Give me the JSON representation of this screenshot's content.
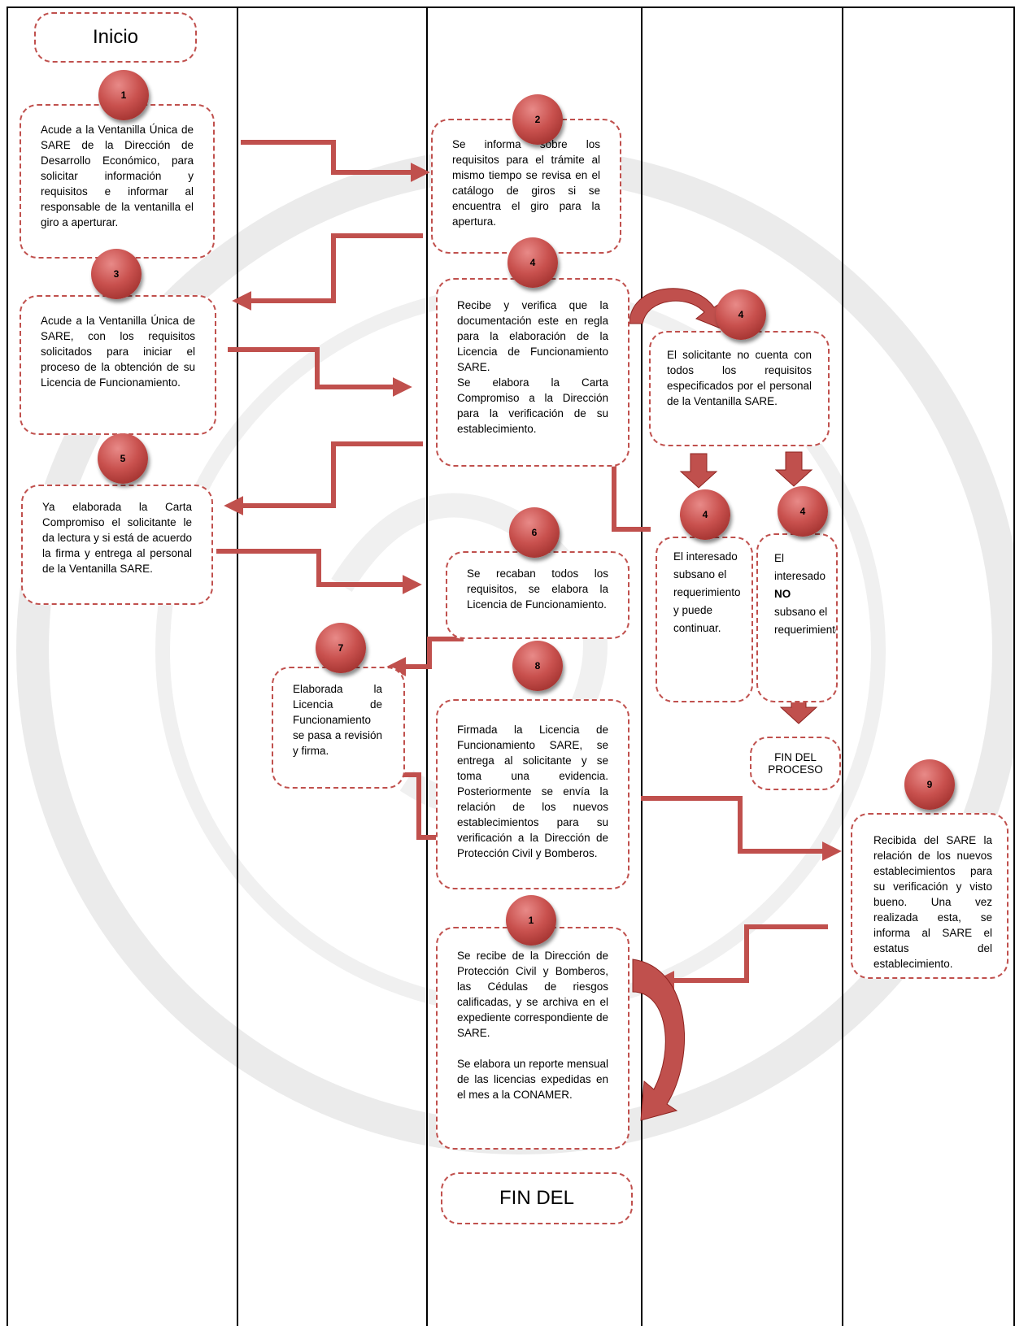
{
  "diagram": {
    "start": "Inicio",
    "end": "FIN DEL",
    "end_process": "FIN DEL PROCESO",
    "steps": [
      {
        "num": "1",
        "text": "Acude a la Ventanilla Única de SARE de la Dirección de Desarrollo Económico, para solicitar información y requisitos e informar al responsable de la ventanilla el giro a aperturar."
      },
      {
        "num": "2",
        "text": "Se informa sobre los requisitos para el trámite al mismo tiempo se revisa en el catálogo de giros si se encuentra el giro para la apertura."
      },
      {
        "num": "3",
        "text": "Acude a la Ventanilla Única de SARE, con los requisitos solicitados para iniciar el proceso de la obtención de su Licencia de Funcionamiento."
      },
      {
        "num": "4",
        "text": "Recibe y verifica que la documentación este en regla para la elaboración de la Licencia de Funcionamiento SARE.",
        "text2": "Se elabora la Carta Compromiso a la Dirección para la verificación de su establecimiento."
      },
      {
        "num": "4",
        "text": "El solicitante no cuenta con todos los requisitos especificados por el personal de la Ventanilla SARE."
      },
      {
        "num": "4",
        "text": "El interesado subsano el requerimiento y puede continuar."
      },
      {
        "num": "4",
        "text_a": "El interesado ",
        "text_b": "NO",
        "text_c": " subsano el requerimiento."
      },
      {
        "num": "5",
        "text": "Ya elaborada la Carta Compromiso el solicitante le da lectura y si está de acuerdo la firma y entrega al personal de la Ventanilla SARE."
      },
      {
        "num": "6",
        "text": "Se recaban todos los requisitos, se elabora la Licencia de Funcionamiento."
      },
      {
        "num": "7",
        "text": "Elaborada la Licencia de Funcionamiento se pasa a revisión y firma."
      },
      {
        "num": "8",
        "text": "Firmada la Licencia de Funcionamiento SARE, se entrega al solicitante y se toma una evidencia. Posteriormente se envía la relación de los nuevos establecimientos para su verificación a la Dirección de Protección Civil y Bomberos."
      },
      {
        "num": "9",
        "text": "Recibida del SARE la relación de los nuevos establecimientos para su verificación y visto bueno. Una vez realizada esta, se informa al SARE el estatus del establecimiento."
      },
      {
        "num": "1",
        "text": "Se recibe de la Dirección de Protección Civil y Bomberos, las Cédulas de riesgos calificadas, y se archiva en el expediente correspondiente de SARE.",
        "text2": "Se elabora un reporte mensual de las licencias expedidas en el mes a la CONAMER."
      }
    ]
  },
  "colors": {
    "accent": "#c0504d",
    "arrow": "#c0504d",
    "circle": "#c9514e"
  }
}
